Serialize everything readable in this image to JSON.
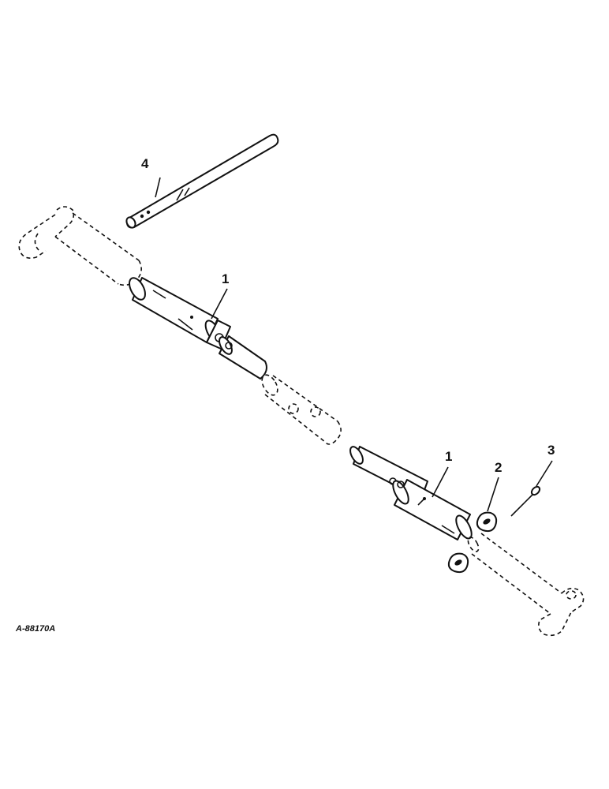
{
  "diagram": {
    "figure_code": "A-88170A",
    "callouts": [
      {
        "id": "callout-4",
        "text": "4"
      },
      {
        "id": "callout-1-upper",
        "text": "1"
      },
      {
        "id": "callout-1-lower",
        "text": "1"
      },
      {
        "id": "callout-2",
        "text": "2"
      },
      {
        "id": "callout-3",
        "text": "3"
      }
    ]
  }
}
